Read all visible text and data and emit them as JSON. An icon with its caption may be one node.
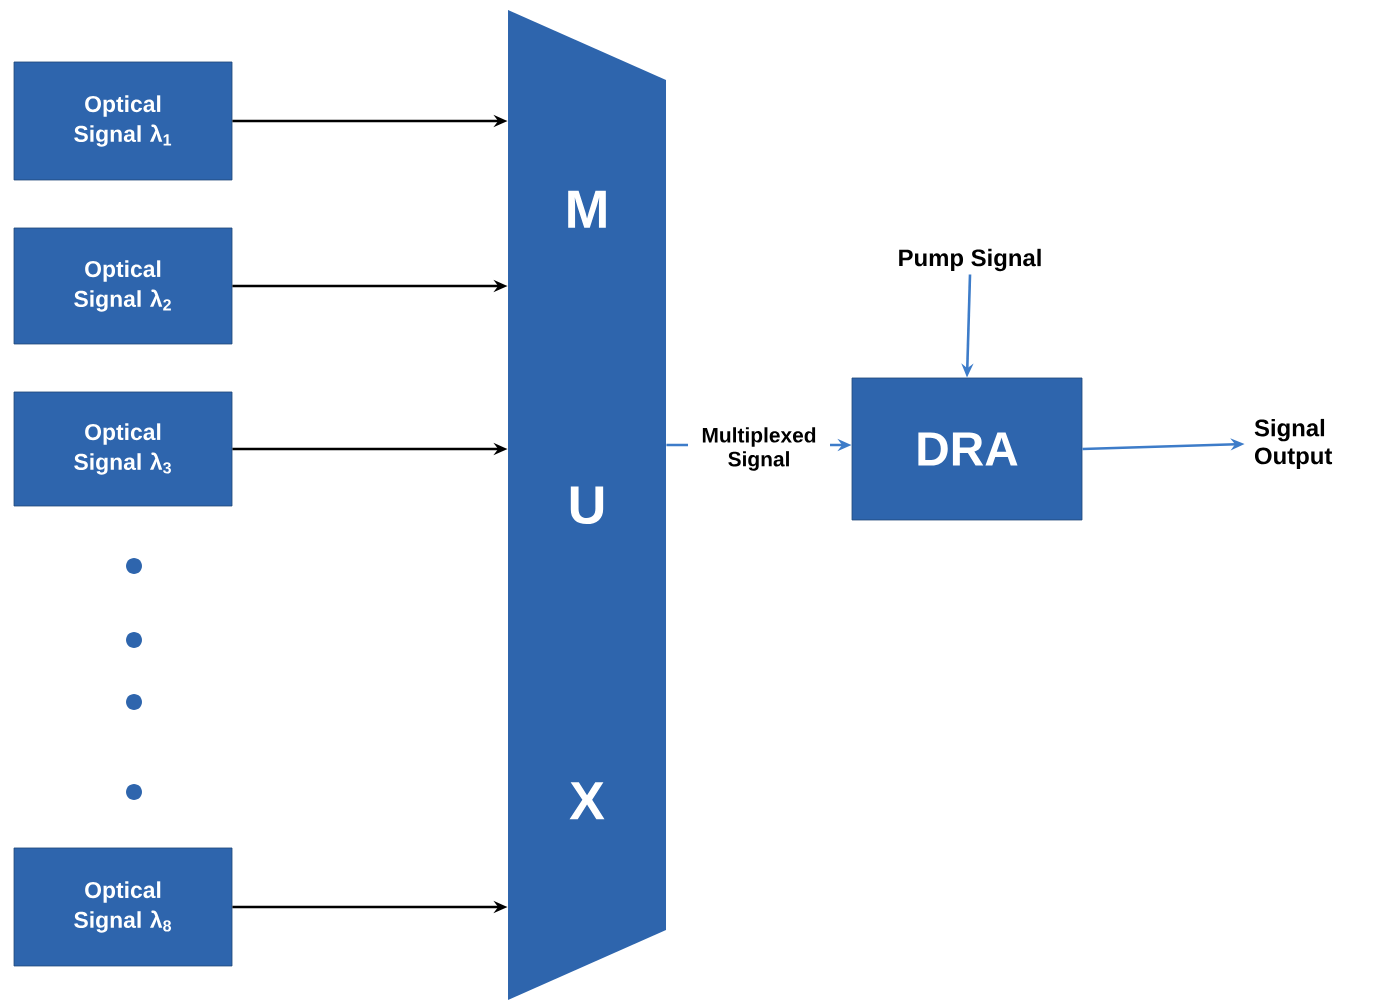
{
  "diagram": {
    "nodes": [
      {
        "text": [
          "Optical Signal λ$_{1}$"
        ]
      },
      {
        "text": [
          "Optical Signal λ$_{2}$"
        ]
      },
      {
        "text": [
          "Optical Signal λ$_{3}$"
        ]
      },
      {
        "text": [
          "Optical Signal λ$_{8}$"
        ]
      },
      {
        "text": [
          "M",
          "U",
          "X"
        ]
      },
      {
        "text": [
          "DRA"
        ]
      },
      {
        "text": [
          "Pump Signal"
        ]
      },
      {
        "text": [
          "Signal Output"
        ]
      }
    ],
    "edges": [
      {
        "from": 0,
        "to": 4,
        "arrow": "to"
      },
      {
        "from": 1,
        "to": 4,
        "arrow": "to"
      },
      {
        "from": 2,
        "to": 4,
        "arrow": "to"
      },
      {
        "from": 3,
        "to": 4,
        "arrow": "to"
      },
      {
        "from": 4,
        "to": 5,
        "arrow": "to",
        "label": "Multiplexed Signal",
        "color": "#3d7cc9"
      },
      {
        "from": 6,
        "to": 5,
        "arrow": "to",
        "color": "#3d7cc9"
      },
      {
        "from": 5,
        "to": 7,
        "arrow": "to",
        "color": "#3d7cc9"
      }
    ]
  }
}
